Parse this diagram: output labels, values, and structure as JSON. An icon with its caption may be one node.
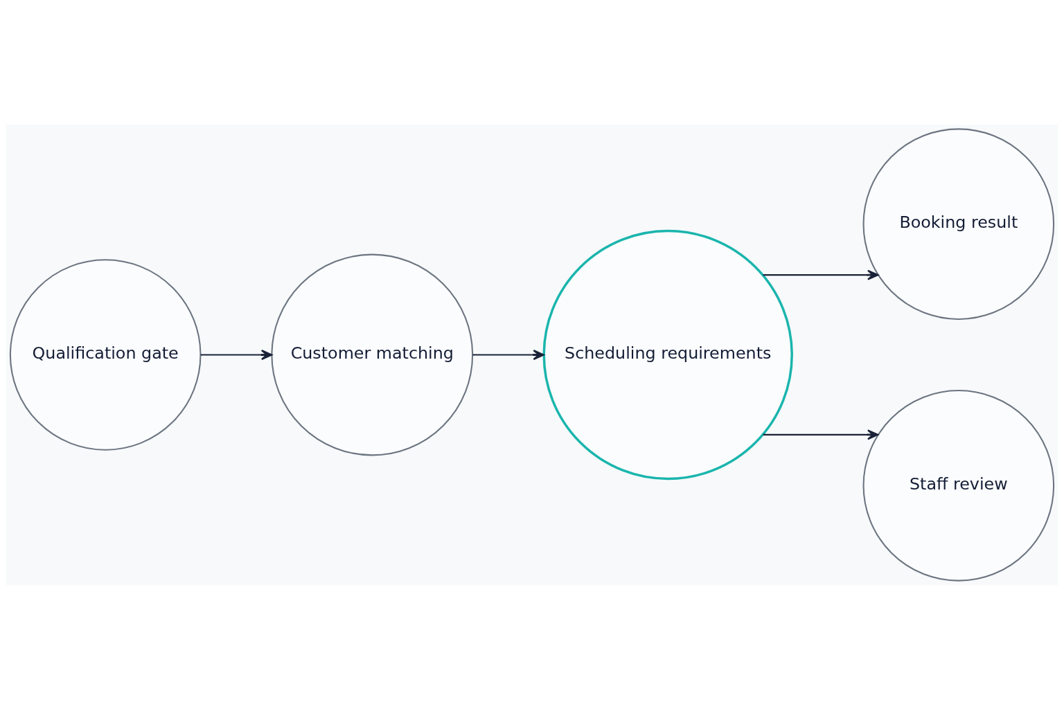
{
  "diagram": {
    "nodes": [
      {
        "text": [
          "Qualification gate"
        ]
      },
      {
        "text": [
          "Customer matching"
        ]
      },
      {
        "text": [
          "Scheduling requirements"
        ]
      },
      {
        "text": [
          "Booking result"
        ]
      },
      {
        "text": [
          "Staff review"
        ]
      }
    ],
    "edges": [
      {
        "from": 0,
        "to": 1,
        "arrow": "to"
      },
      {
        "from": 1,
        "to": 2,
        "arrow": "to"
      },
      {
        "from": 2,
        "to": 3,
        "arrow": "to"
      },
      {
        "from": 2,
        "to": 4,
        "arrow": "to"
      }
    ]
  }
}
